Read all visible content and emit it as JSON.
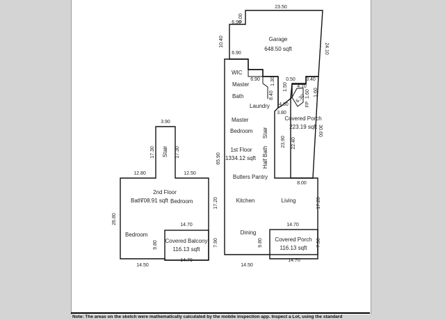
{
  "note": "Note: The areas on the sketch were mathematically calculated by the mobile inspection app. Inspect a Lot, using the standard",
  "colors": {
    "background": "#d4d4d4",
    "sheet": "#ffffff",
    "line": "#111111"
  },
  "floor1": {
    "name": "1st Floor",
    "area": "1334.12 sqft",
    "rooms": {
      "garage": "Garage",
      "garage_area": "648.50 sqft",
      "wic": "WIC",
      "master": "Master",
      "bath": "Bath",
      "laundry": "Laundry",
      "master_bedroom_1": "Master",
      "master_bedroom_2": "Bedroom",
      "stair": "Stair",
      "half_bath": "Half Bath",
      "butlers_pantry": "Butlers Pantry",
      "kitchen": "Kitchen",
      "living": "Living",
      "dining": "Dining",
      "fp": "FP",
      "covered_porch_top": "Covered Porch",
      "covered_porch_top_area": "223.19 sqft",
      "covered_porch_bottom": "Covered Porch",
      "covered_porch_bottom_area": "116.13 sqft"
    },
    "dims": {
      "top": "23.50",
      "d_600": "6.00",
      "d_690a": "6.90",
      "left_1040": "10.40",
      "right_2410": "24.10",
      "d_690b": "6.90",
      "d_690c": "6.90",
      "d_130": "1.30",
      "d_050": "0.50",
      "d_340": "3.40",
      "d_160a": "1.60",
      "d_410": "4.10",
      "d_150": "1.50",
      "d_840": "8.40",
      "d_630": "6.30",
      "d_160b": "1.60",
      "d_480": "4.80",
      "d_380": "3.80",
      "d_3060": "30.60",
      "d_2390": "23.90",
      "d_2240": "22.40",
      "left_6590": "65.90",
      "d_800": "8.00",
      "d_1720": "17.20",
      "d_1470a": "14.70",
      "d_980": "9.80",
      "d_790": "7.90",
      "bottom_1450": "14.50",
      "bottom_1470": "14.70"
    }
  },
  "floor2": {
    "name": "2nd Floor",
    "area": "708.91 sqft",
    "rooms": {
      "bath": "Bath",
      "bedroom_a": "Bedroom",
      "bedroom_b": "Bedroom",
      "stair": "Stair",
      "covered_balcony": "Covered Balcony",
      "covered_balcony_area": "116.13 sqft"
    },
    "dims": {
      "stair_top": "3.90",
      "stair_left": "17.30",
      "stair_right": "17.30",
      "d_1280": "12.80",
      "d_1250": "12.50",
      "left_2680": "26.80",
      "right_1720": "17.20",
      "d_1470": "14.70",
      "d_980": "9.80",
      "d_790": "7.90",
      "bottom_1450": "14.50",
      "bottom_1470": "14.70"
    }
  }
}
